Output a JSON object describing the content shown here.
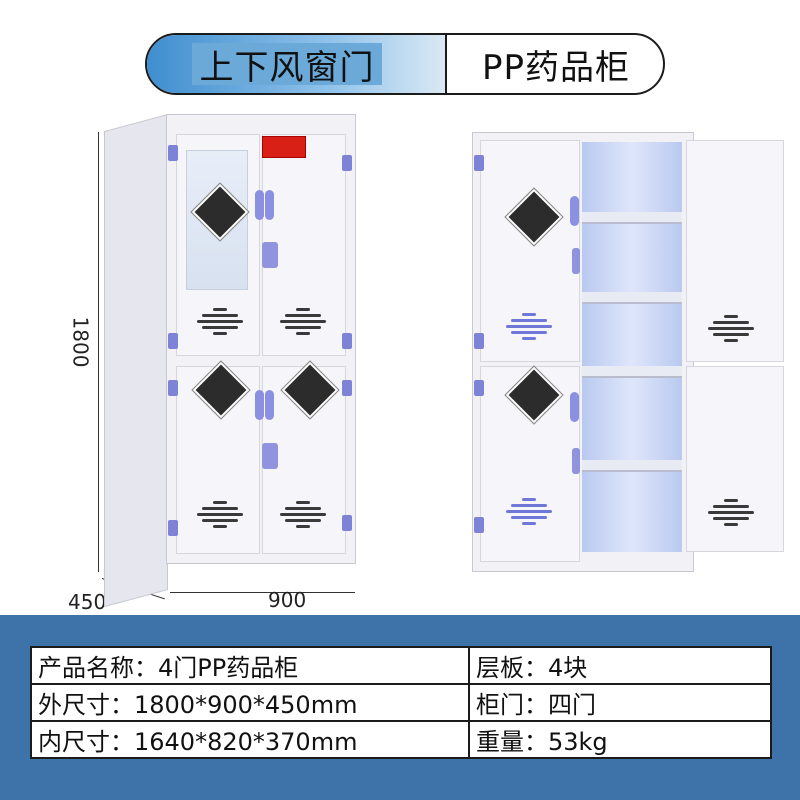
{
  "header": {
    "left_title": "上下风窗门",
    "right_title": "PP药品柜"
  },
  "dimensions": {
    "height": "1800",
    "depth": "450",
    "width": "900"
  },
  "specs": [
    {
      "left": "产品名称：4门PP药品柜",
      "right": "层板：4块"
    },
    {
      "left": "外尺寸：1800*900*450mm",
      "right": "柜门：四门"
    },
    {
      "left": "内尺寸：1640*820*370mm",
      "right": "重量：53kg"
    }
  ],
  "colors": {
    "banner_blue": "#3f8ecf",
    "spec_background": "#3d73a9",
    "hardware_purple": "#7f83d8"
  }
}
